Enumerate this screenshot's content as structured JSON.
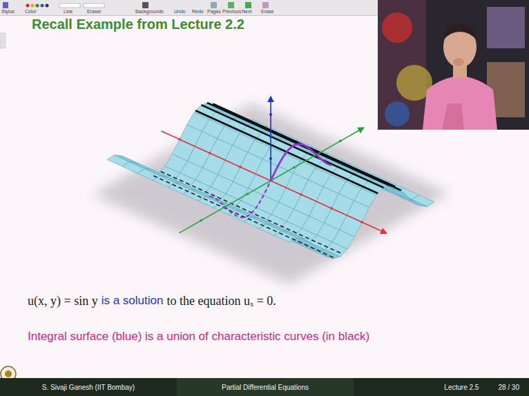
{
  "diagram": {
    "title": "Recall Example from Lecture 2.2",
    "nodes": [
      {
        "text": [
          "S. Sivaji Ganesh (IIT Bombay)"
        ]
      },
      {
        "text": [
          "Partial Differential Equations"
        ]
      },
      {
        "text": [
          "Lecture 2.5",
          "28 / 30"
        ]
      }
    ],
    "labels": [
      "Stylus",
      "Color",
      "Line",
      "Eraser",
      "Backgrounds",
      "Undo",
      "Redo",
      "Pages",
      "Previous",
      "Next",
      "Erase",
      "u(x, y) = sin y",
      "is a solution",
      "to the equation uₓ = 0.",
      "Integral surface (blue) is a union of characteristic curves (in black)"
    ]
  }
}
